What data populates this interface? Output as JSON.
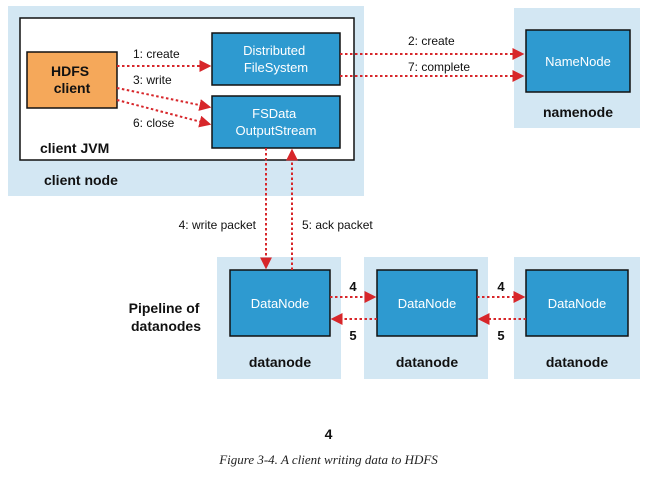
{
  "colors": {
    "outer_bg": "#d3e7f3",
    "box_fill": "#2e9ad0",
    "client_fill": "#f5a85a",
    "arrow": "#d7262a",
    "text_dark": "#111111",
    "text_box": "#ffffff"
  },
  "client_node": {
    "label": "client node",
    "jvm_label": "client JVM",
    "hdfs_client": [
      "HDFS",
      "client"
    ],
    "distributed_fs": [
      "Distributed",
      "FileSystem"
    ],
    "fsdata_stream": [
      "FSData",
      "OutputStream"
    ]
  },
  "namenode": {
    "box_label": "NameNode",
    "node_label": "namenode"
  },
  "pipeline_label": [
    "Pipeline of",
    "datanodes"
  ],
  "datanodes": [
    {
      "box_label": "DataNode",
      "node_label": "datanode"
    },
    {
      "box_label": "DataNode",
      "node_label": "datanode"
    },
    {
      "box_label": "DataNode",
      "node_label": "datanode"
    }
  ],
  "steps": {
    "create_fs": "1: create",
    "create_nn": "2: create",
    "write": "3: write",
    "write_packet": "4: write packet",
    "ack_packet": "5: ack packet",
    "close": "6: close",
    "complete": "7: complete",
    "dn_forward": "4",
    "dn_ack": "5"
  },
  "page_number": "4",
  "caption": "Figure 3-4. A client writing data to HDFS"
}
